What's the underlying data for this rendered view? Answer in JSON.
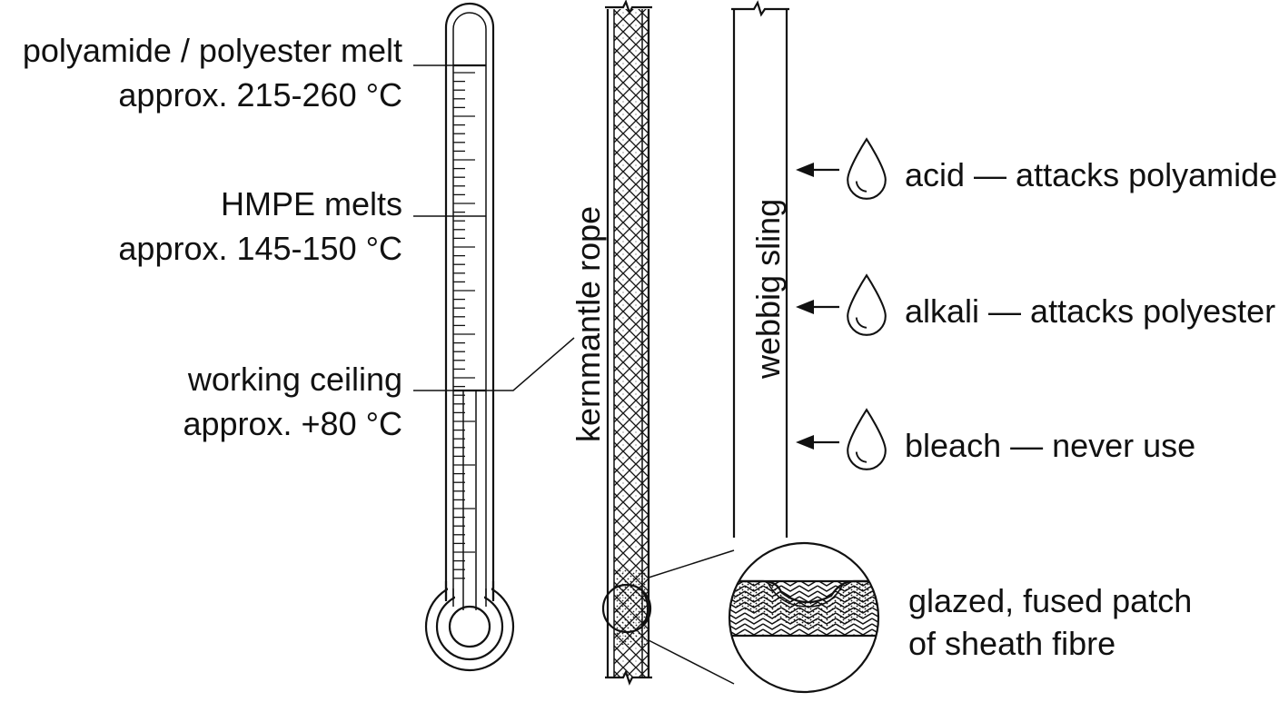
{
  "thermometer": {
    "labels": [
      {
        "line1": "polyamide / polyester melt",
        "line2": "approx. 215-260 °C"
      },
      {
        "line1": "HMPE melts",
        "line2": "approx. 145-150 °C"
      },
      {
        "line1": "working ceiling",
        "line2": "approx. +80 °C"
      }
    ]
  },
  "rope": {
    "label": "kernmantle rope"
  },
  "sling": {
    "label": "webbig sling"
  },
  "chemicals": [
    {
      "text": "acid — attacks polyamide",
      "icon": "droplet-icon"
    },
    {
      "text": "alkali — attacks polyester",
      "icon": "droplet-icon"
    },
    {
      "text": "bleach — never use",
      "icon": "droplet-icon"
    }
  ],
  "damage": {
    "line1": "glazed, fused patch",
    "line2": "of sheath fibre"
  }
}
